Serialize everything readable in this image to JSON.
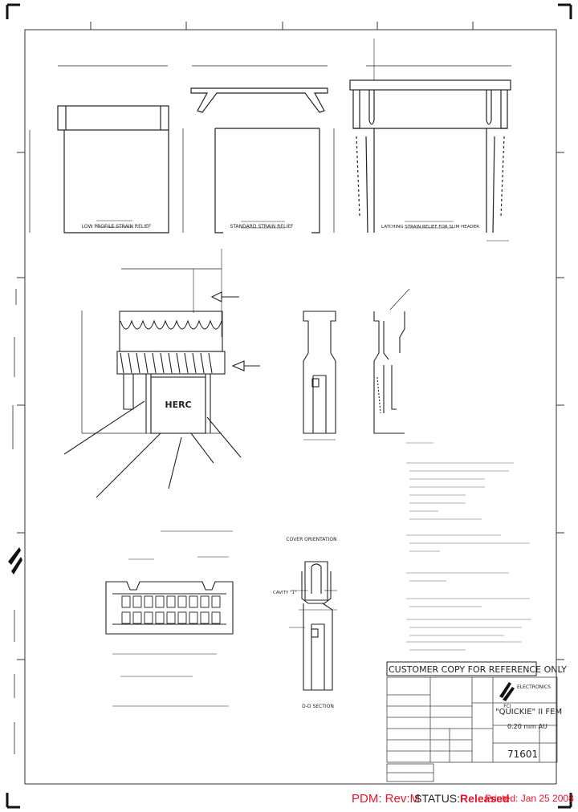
{
  "header_text": "CUSTOMER COPY FOR REFERENCE ONLY",
  "title_block": {
    "company": "ELECTRONICS",
    "brand": "FCI",
    "product_title": "\"QUICKIE\" II FEM",
    "subtitle": "0.20 mm AU",
    "part_number": "71601",
    "herc_mark": "HERC"
  },
  "views": {
    "low_profile": "LOW PROFILE STRAIN RELIEF",
    "standard": "STANDARD STRAIN RELIEF",
    "latching": "LATCHING STRAIN RELIEF FOR SLIM HEADER",
    "cover_orientation": "COVER ORIENTATION",
    "section": "D-D SECTION",
    "cavity_label": "CAVITY \"1\""
  },
  "footer": {
    "pdm_label": "PDM: Rev:M",
    "status_prefix": "STATUS:",
    "status_value": "Released",
    "printed": "Printed: Jan 25 2008"
  },
  "colors": {
    "ink": "#222222",
    "footer_red": "#e0182c",
    "paper": "#ffffff"
  }
}
